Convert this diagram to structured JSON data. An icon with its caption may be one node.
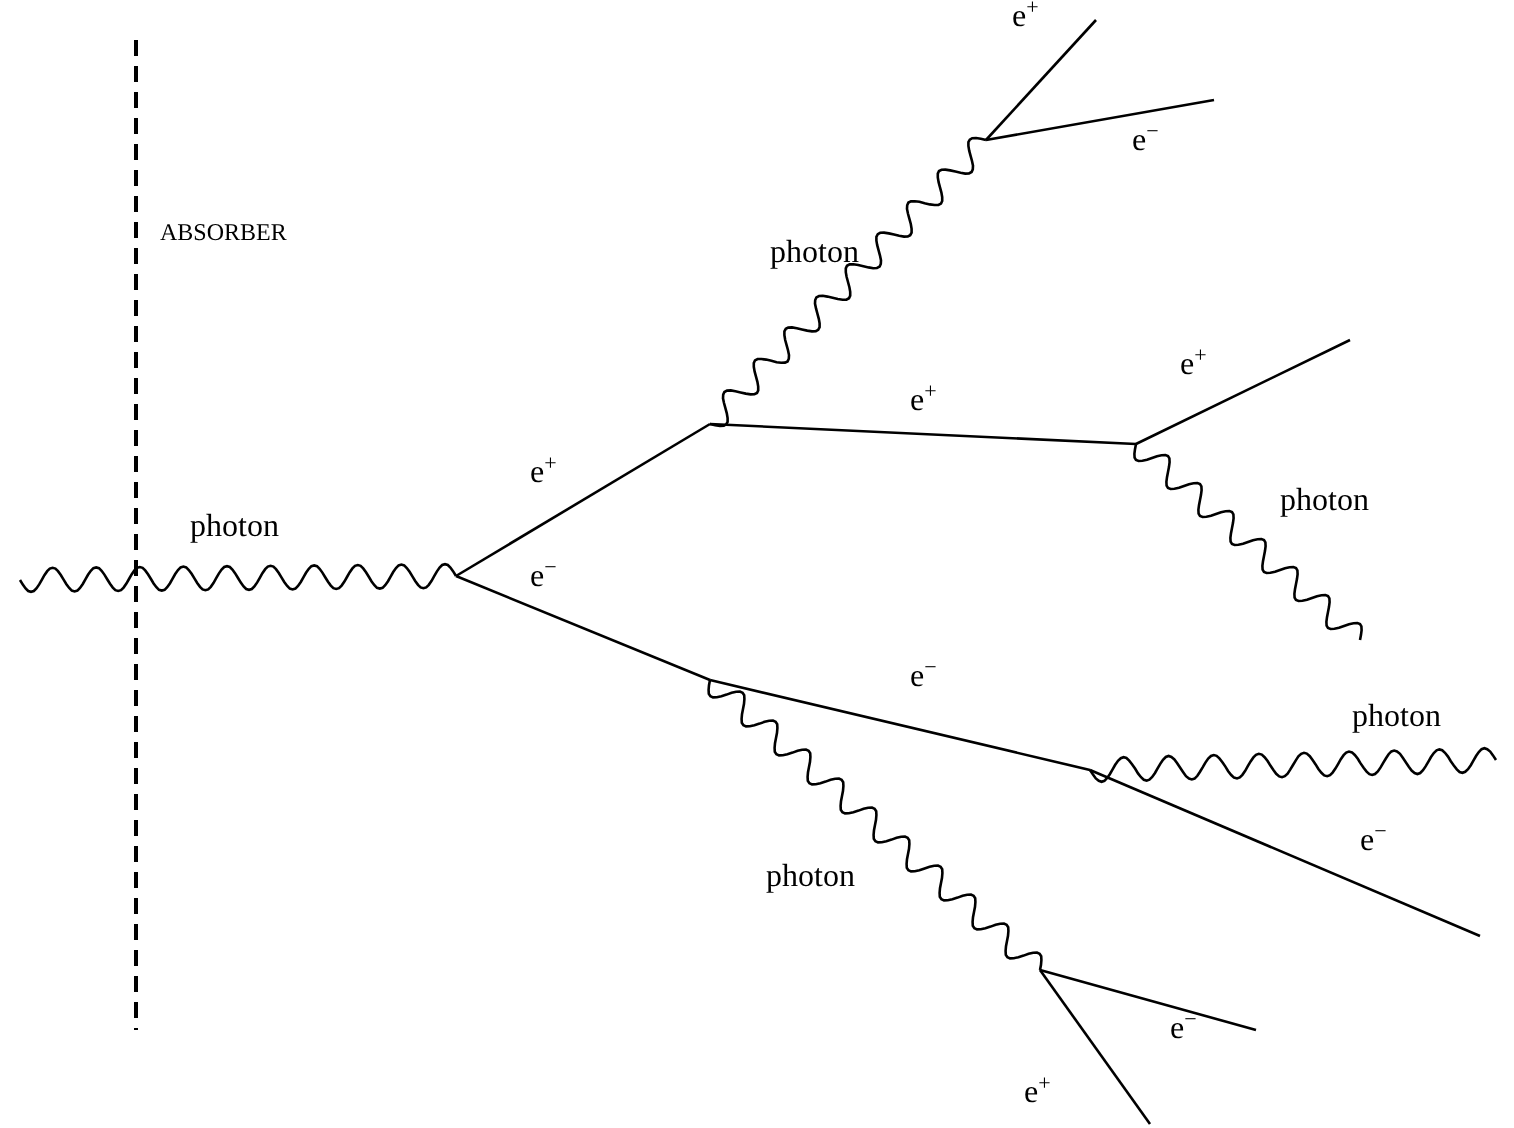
{
  "diagram": {
    "labels": [
      "ABSORBER",
      "e$^{+}$",
      "e$^{−}$",
      "photon",
      "e$^{+}$",
      "e$^{+}$",
      "e$^{+}$",
      "photon",
      "photon",
      "e$^{−}$",
      "e$^{−}$",
      "photon",
      "e$^{−}$",
      "photon",
      "e$^{−}$",
      "e$^{+}$"
    ]
  }
}
